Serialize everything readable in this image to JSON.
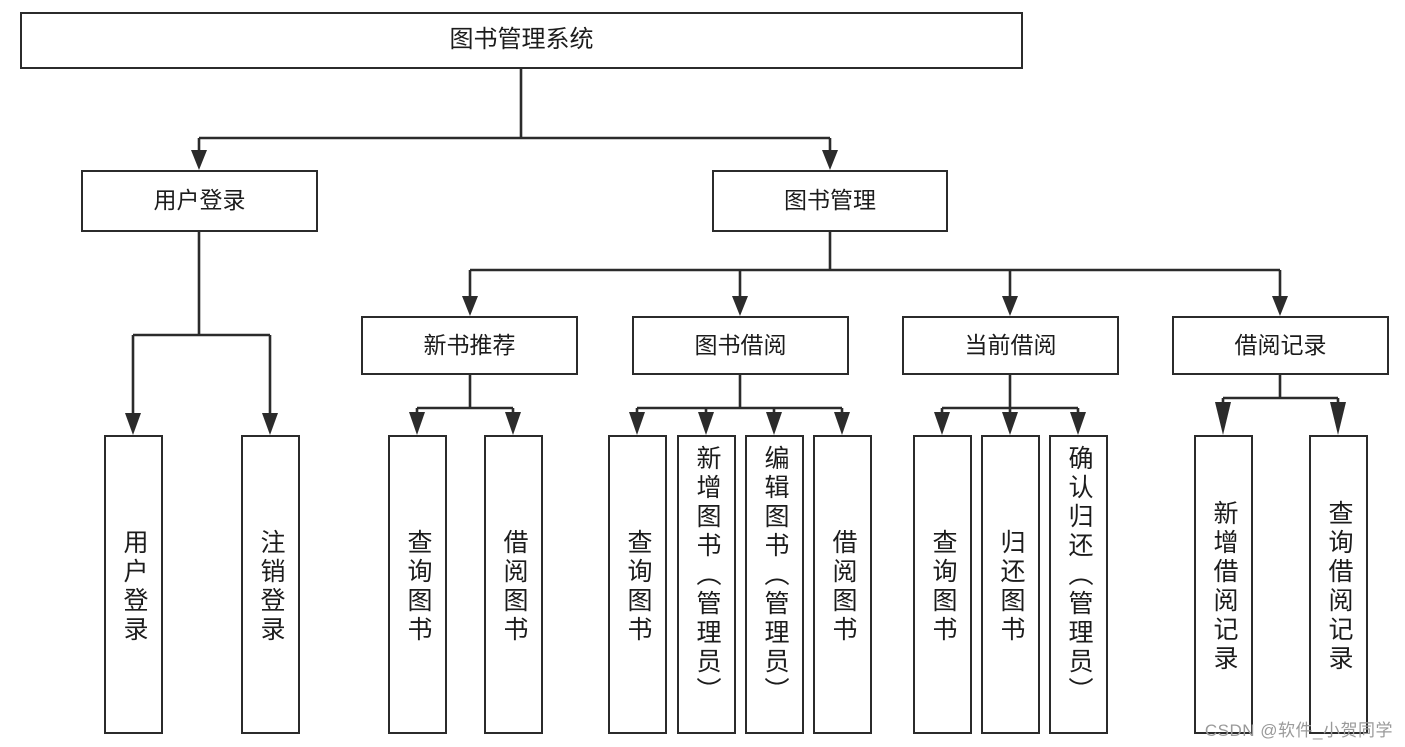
{
  "diagram": {
    "title": "图书管理系统",
    "type": "tree",
    "stroke_color": "#2b2b2b",
    "text_color": "#1c1c1c",
    "background_color": "#ffffff",
    "watermark": "CSDN @软件_小贺同学"
  },
  "nodes": {
    "root": {
      "label": "图书管理系统"
    },
    "level2": [
      {
        "label": "用户登录"
      },
      {
        "label": "图书管理"
      }
    ],
    "level3": [
      {
        "label": "新书推荐"
      },
      {
        "label": "图书借阅"
      },
      {
        "label": "当前借阅"
      },
      {
        "label": "借阅记录"
      }
    ],
    "leaves": {
      "user_login": [
        {
          "label": "用户登录"
        },
        {
          "label": "注销登录"
        }
      ],
      "new_book_recommend": [
        {
          "label": "查询图书"
        },
        {
          "label": "借阅图书"
        }
      ],
      "book_borrow": [
        {
          "label": "查询图书"
        },
        {
          "label": "新增图书（管理员）"
        },
        {
          "label": "编辑图书（管理员）"
        },
        {
          "label": "借阅图书"
        }
      ],
      "current_borrow": [
        {
          "label": "查询图书"
        },
        {
          "label": "归还图书"
        },
        {
          "label": "确认归还（管理员）"
        }
      ],
      "borrow_record": [
        {
          "label": "新增借阅记录"
        },
        {
          "label": "查询借阅记录"
        }
      ]
    }
  }
}
